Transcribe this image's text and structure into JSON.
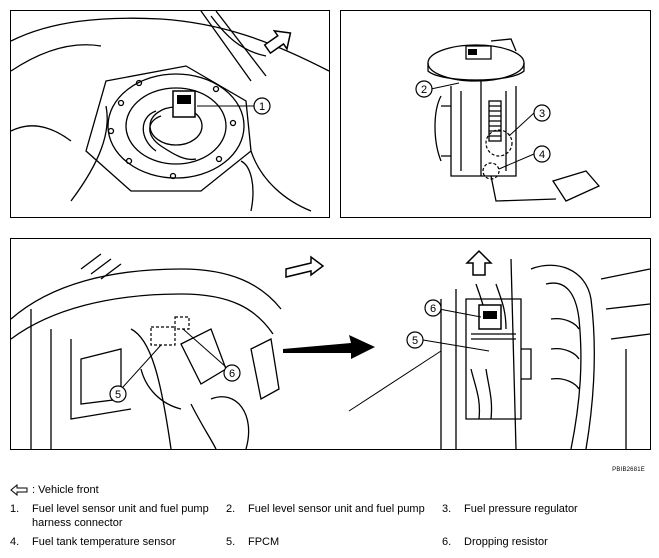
{
  "figure_id": "PBIB2681E",
  "legend_front": {
    "icon": "outline-arrow-left-icon",
    "label": ": Vehicle front"
  },
  "legend_items": [
    {
      "num": "1.",
      "text": "Fuel level sensor unit and fuel pump harness connector"
    },
    {
      "num": "2.",
      "text": "Fuel level sensor unit and fuel pump"
    },
    {
      "num": "3.",
      "text": "Fuel pressure regulator"
    },
    {
      "num": "4.",
      "text": "Fuel tank temperature sensor"
    },
    {
      "num": "5.",
      "text": "FPCM"
    },
    {
      "num": "6.",
      "text": "Dropping resistor"
    }
  ],
  "callouts": {
    "top_left": [
      "1"
    ],
    "top_right": [
      "2",
      "3",
      "4"
    ],
    "bottom_left": [
      "5",
      "6"
    ],
    "bottom_right": [
      "6",
      "5"
    ]
  }
}
